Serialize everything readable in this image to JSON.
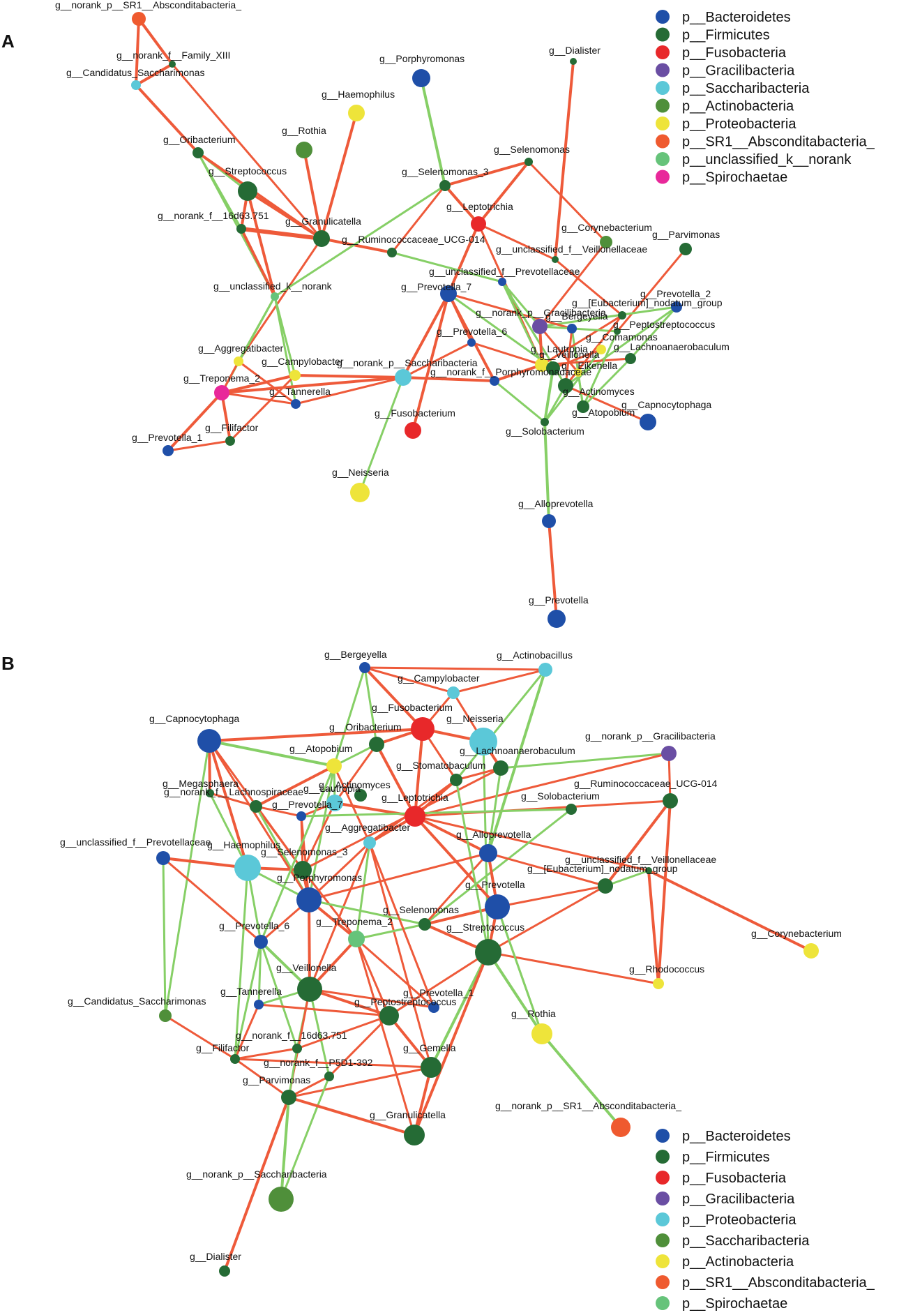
{
  "colors": {
    "Bacteroidetes": "#1f4fa8",
    "Firmicutes": "#256b35",
    "Fusobacteria": "#e8282a",
    "Gracilibacteria": "#6a4ea3",
    "Saccharibacteria": "#5bc8d8",
    "Actinobacteria": "#4f8f3a",
    "Proteobacteria": "#eee43a",
    "SR1": "#ef5a2f",
    "unclassified": "#66c37a",
    "Spirochaetae": "#e8289a",
    "edge_pos": "#ee5a3a",
    "edge_neg": "#86cf66"
  },
  "panels": [
    {
      "id": "A",
      "label": "A",
      "legend": [
        {
          "label": "p__Bacteroidetes",
          "color": "#1f4fa8"
        },
        {
          "label": "p__Firmicutes",
          "color": "#256b35"
        },
        {
          "label": "p__Fusobacteria",
          "color": "#e8282a"
        },
        {
          "label": "p__Gracilibacteria",
          "color": "#6a4ea3"
        },
        {
          "label": "p__Saccharibacteria",
          "color": "#5bc8d8"
        },
        {
          "label": "p__Actinobacteria",
          "color": "#4f8f3a"
        },
        {
          "label": "p__Proteobacteria",
          "color": "#eee43a"
        },
        {
          "label": "p__SR1__Absconditabacteria_",
          "color": "#ef5a2f"
        },
        {
          "label": "p__unclassified_k__norank",
          "color": "#66c37a"
        },
        {
          "label": "p__Spirochaetae",
          "color": "#e8289a"
        }
      ],
      "nodes": [
        {
          "id": "a_sr1",
          "label": "g__norank_p__SR1__Absconditabacteria_"
        },
        {
          "id": "a_famxiii",
          "label": "g__norank_f__Family_XIII"
        },
        {
          "id": "a_candsacc",
          "label": "g__Candidatus_Saccharimonas"
        },
        {
          "id": "a_porph",
          "label": "g__Porphyromonas"
        },
        {
          "id": "a_dial",
          "label": "g__Dialister"
        },
        {
          "id": "a_haem",
          "label": "g__Haemophilus"
        },
        {
          "id": "a_orib",
          "label": "g__Oribacterium"
        },
        {
          "id": "a_roth",
          "label": "g__Rothia"
        },
        {
          "id": "a_strep",
          "label": "g__Streptococcus"
        },
        {
          "id": "a_sel",
          "label": "g__Selenomonas"
        },
        {
          "id": "a_sel3",
          "label": "g__Selenomonas_3"
        },
        {
          "id": "a_lept",
          "label": "g__Leptotrichia"
        },
        {
          "id": "a_n16",
          "label": "g__norank_f__16d63.751"
        },
        {
          "id": "a_gran",
          "label": "g__Granulicatella"
        },
        {
          "id": "a_rumi",
          "label": "g__Ruminococcaceae_UCG-014"
        },
        {
          "id": "a_cory",
          "label": "g__Corynebacterium"
        },
        {
          "id": "a_parv",
          "label": "g__Parvimonas"
        },
        {
          "id": "a_uveil",
          "label": "g__unclassified_f__Veillonellaceae"
        },
        {
          "id": "a_uprev",
          "label": "g__unclassified_f__Prevotellaceae"
        },
        {
          "id": "a_uknor",
          "label": "g__unclassified_k__norank"
        },
        {
          "id": "a_prev7",
          "label": "g__Prevotella_7"
        },
        {
          "id": "a_prev2",
          "label": "g__Prevotella_2"
        },
        {
          "id": "a_eub",
          "label": "g__[Eubacterium]_nodatum_group"
        },
        {
          "id": "a_grac",
          "label": "g__norank_p__Gracilibacteria"
        },
        {
          "id": "a_berg",
          "label": "g__Bergeyella"
        },
        {
          "id": "a_pepto",
          "label": "g__Peptostreptococcus"
        },
        {
          "id": "a_prev6",
          "label": "g__Prevotella_6"
        },
        {
          "id": "a_coma",
          "label": "g__Comamonas"
        },
        {
          "id": "a_aggr",
          "label": "g__Aggregatibacter"
        },
        {
          "id": "a_lach",
          "label": "g__Lachnoanaerobaculum"
        },
        {
          "id": "a_nsacc",
          "label": "g__norank_p__Saccharibacteria"
        },
        {
          "id": "a_laut",
          "label": "g__Lautropia"
        },
        {
          "id": "a_campy",
          "label": "g__Campylobacter"
        },
        {
          "id": "a_veil",
          "label": "g__Veillonella"
        },
        {
          "id": "a_eik",
          "label": "g__Eikenella"
        },
        {
          "id": "a_trep",
          "label": "g__Treponema_2"
        },
        {
          "id": "a_nporph",
          "label": "g__norank_f__Porphyromonadaceae"
        },
        {
          "id": "a_tann",
          "label": "g__Tannerella"
        },
        {
          "id": "a_actin",
          "label": "g__Actinomyces"
        },
        {
          "id": "a_capno",
          "label": "g__Capnocytophaga"
        },
        {
          "id": "a_fuso",
          "label": "g__Fusobacterium"
        },
        {
          "id": "a_atop",
          "label": "g__Atopobium"
        },
        {
          "id": "a_fili",
          "label": "g__Filifactor"
        },
        {
          "id": "a_solo",
          "label": "g__Solobacterium"
        },
        {
          "id": "a_prev1",
          "label": "g__Prevotella_1"
        },
        {
          "id": "a_neis",
          "label": "g__Neisseria"
        },
        {
          "id": "a_allo",
          "label": "g__Alloprevotella"
        },
        {
          "id": "a_prev",
          "label": "g__Prevotella"
        }
      ]
    },
    {
      "id": "B",
      "label": "B",
      "legend": [
        {
          "label": "p__Bacteroidetes",
          "color": "#1f4fa8"
        },
        {
          "label": "p__Firmicutes",
          "color": "#256b35"
        },
        {
          "label": "p__Fusobacteria",
          "color": "#e8282a"
        },
        {
          "label": "p__Gracilibacteria",
          "color": "#6a4ea3"
        },
        {
          "label": "p__Proteobacteria",
          "color": "#5bc8d8"
        },
        {
          "label": "p__Saccharibacteria",
          "color": "#4f8f3a"
        },
        {
          "label": "p__Actinobacteria",
          "color": "#eee43a"
        },
        {
          "label": "p__SR1__Absconditabacteria_",
          "color": "#ef5a2f"
        },
        {
          "label": "p__Spirochaetae",
          "color": "#66c37a"
        }
      ],
      "nodes": [
        {
          "id": "b_berg",
          "label": "g__Bergeyella"
        },
        {
          "id": "b_actbac",
          "label": "g__Actinobacillus"
        },
        {
          "id": "b_campy",
          "label": "g__Campylobacter"
        },
        {
          "id": "b_fuso",
          "label": "g__Fusobacterium"
        },
        {
          "id": "b_neis",
          "label": "g__Neisseria"
        },
        {
          "id": "b_capno",
          "label": "g__Capnocytophaga"
        },
        {
          "id": "b_orib",
          "label": "g__Oribacterium"
        },
        {
          "id": "b_grac",
          "label": "g__norank_p__Gracilibacteria"
        },
        {
          "id": "b_atop",
          "label": "g__Atopobium"
        },
        {
          "id": "b_lach",
          "label": "g__Lachnoanaerobaculum"
        },
        {
          "id": "b_stom",
          "label": "g__Stomatobaculum"
        },
        {
          "id": "b_rumi",
          "label": "g__Ruminococcaceae_UCG-014"
        },
        {
          "id": "b_mega",
          "label": "g__Megasphaera"
        },
        {
          "id": "b_nlach",
          "label": "g__norank_f__Lachnospiraceae"
        },
        {
          "id": "b_actino",
          "label": "g__Actinomyces"
        },
        {
          "id": "b_laut",
          "label": "g__Lautropia"
        },
        {
          "id": "b_lept",
          "label": "g__Leptotrichia"
        },
        {
          "id": "b_solo",
          "label": "g__Solobacterium"
        },
        {
          "id": "b_prev7",
          "label": "g__Prevotella_7"
        },
        {
          "id": "b_aggr",
          "label": "g__Aggregatibacter"
        },
        {
          "id": "b_allo",
          "label": "g__Alloprevotella"
        },
        {
          "id": "b_uprev",
          "label": "g__unclassified_f__Prevotellaceae"
        },
        {
          "id": "b_haem",
          "label": "g__Haemophilus"
        },
        {
          "id": "b_sel3",
          "label": "g__Selenomonas_3"
        },
        {
          "id": "b_uveil",
          "label": "g__unclassified_f__Veillonellaceae"
        },
        {
          "id": "b_eub",
          "label": "g__[Eubacterium]_nodatum_group"
        },
        {
          "id": "b_porph",
          "label": "g__Porphyromonas"
        },
        {
          "id": "b_prev",
          "label": "g__Prevotella"
        },
        {
          "id": "b_sel",
          "label": "g__Selenomonas"
        },
        {
          "id": "b_trep",
          "label": "g__Treponema_2"
        },
        {
          "id": "b_strep",
          "label": "g__Streptococcus"
        },
        {
          "id": "b_prev6",
          "label": "g__Prevotella_6"
        },
        {
          "id": "b_cory",
          "label": "g__Corynebacterium"
        },
        {
          "id": "b_veil",
          "label": "g__Veillonella"
        },
        {
          "id": "b_rhodo",
          "label": "g__Rhodococcus"
        },
        {
          "id": "b_candsacc",
          "label": "g__Candidatus_Saccharimonas"
        },
        {
          "id": "b_tann",
          "label": "g__Tannerella"
        },
        {
          "id": "b_prev1",
          "label": "g__Prevotella_1"
        },
        {
          "id": "b_pepto",
          "label": "g__Peptostreptococcus"
        },
        {
          "id": "b_roth",
          "label": "g__Rothia"
        },
        {
          "id": "b_n16",
          "label": "g__norank_f__16d63.751"
        },
        {
          "id": "b_fili",
          "label": "g__Filifactor"
        },
        {
          "id": "b_gemel",
          "label": "g__Gemella"
        },
        {
          "id": "b_np5",
          "label": "g__norank_f__P5D1-392"
        },
        {
          "id": "b_parv",
          "label": "g__Parvimonas"
        },
        {
          "id": "b_sr1",
          "label": "g__norank_p__SR1__Absconditabacteria_"
        },
        {
          "id": "b_gran",
          "label": "g__Granulicatella"
        },
        {
          "id": "b_nsacc",
          "label": "g__norank_p__Saccharibacteria"
        },
        {
          "id": "b_dial",
          "label": "g__Dialister"
        }
      ]
    }
  ]
}
